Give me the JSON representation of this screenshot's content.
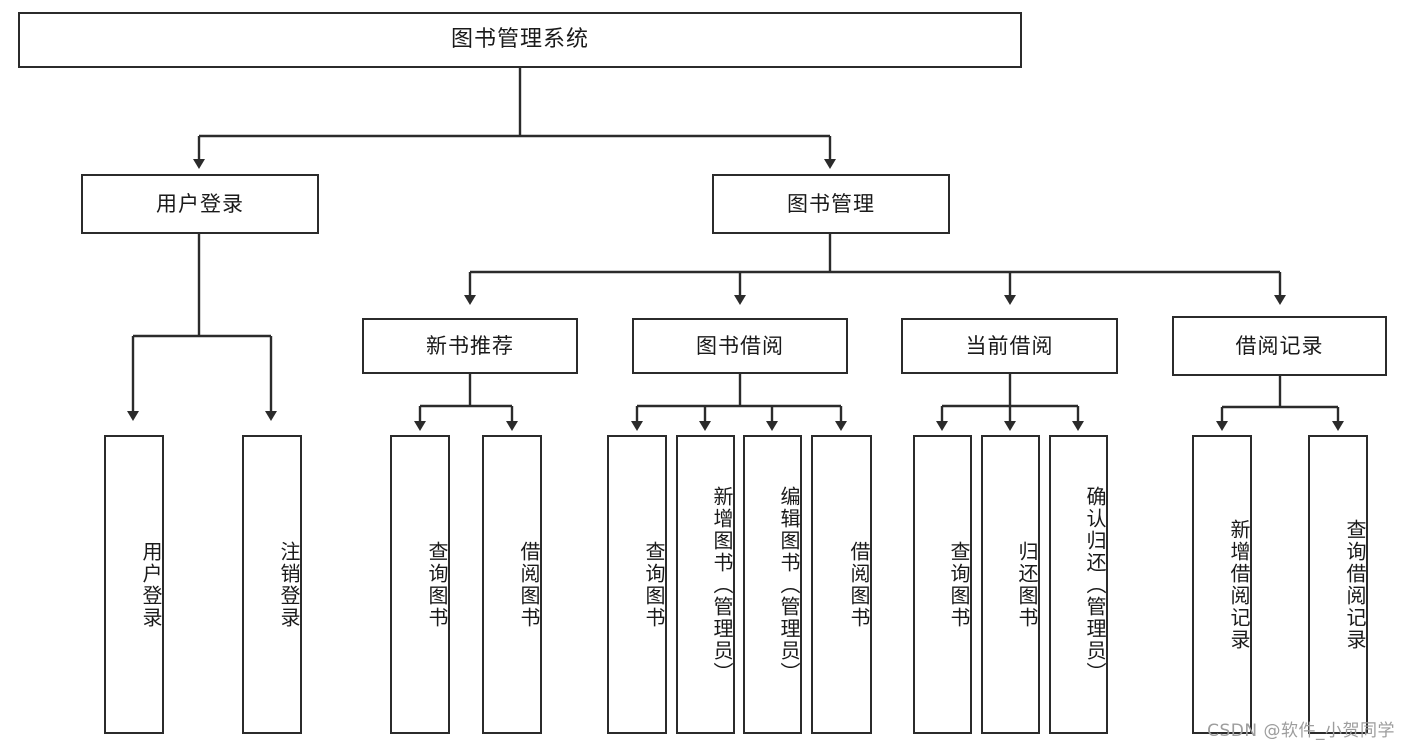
{
  "diagram": {
    "title": "图书管理系统",
    "type": "tree-hierarchy",
    "style": {
      "background": "#ffffff",
      "box_border": "#2b2b2b",
      "box_fill": "#ffffff",
      "connector": "#2b2b2b",
      "text": "#1a1a1a",
      "watermark": "#9d9d9d"
    },
    "watermark": "CSDN @软件_小贺同学"
  },
  "nodes": {
    "root": {
      "label": "图书管理系统"
    },
    "level1": [
      {
        "id": "user-login",
        "label": "用户登录"
      },
      {
        "id": "book-management",
        "label": "图书管理"
      }
    ],
    "level2": [
      {
        "id": "new-book-recommend",
        "label": "新书推荐"
      },
      {
        "id": "book-borrow",
        "label": "图书借阅"
      },
      {
        "id": "current-borrow",
        "label": "当前借阅"
      },
      {
        "id": "borrow-record",
        "label": "借阅记录"
      }
    ],
    "leaves_user_login": [
      {
        "id": "leaf-user-login",
        "label": "用户登录"
      },
      {
        "id": "leaf-logout",
        "label": "注销登录"
      }
    ],
    "leaves_new_book_recommend": [
      {
        "id": "leaf-query-book-1",
        "label": "查询图书"
      },
      {
        "id": "leaf-borrow-book-1",
        "label": "借阅图书"
      }
    ],
    "leaves_book_borrow": [
      {
        "id": "leaf-query-book-2",
        "label": "查询图书"
      },
      {
        "id": "leaf-add-book",
        "label": "新增图书（管理员）"
      },
      {
        "id": "leaf-edit-book",
        "label": "编辑图书（管理员）"
      },
      {
        "id": "leaf-borrow-book-2",
        "label": "借阅图书"
      }
    ],
    "leaves_current_borrow": [
      {
        "id": "leaf-query-book-3",
        "label": "查询图书"
      },
      {
        "id": "leaf-return-book",
        "label": "归还图书"
      },
      {
        "id": "leaf-confirm-return",
        "label": "确认归还（管理员）"
      }
    ],
    "leaves_borrow_record": [
      {
        "id": "leaf-add-record",
        "label": "新增借阅记录"
      },
      {
        "id": "leaf-query-record",
        "label": "查询借阅记录"
      }
    ]
  }
}
